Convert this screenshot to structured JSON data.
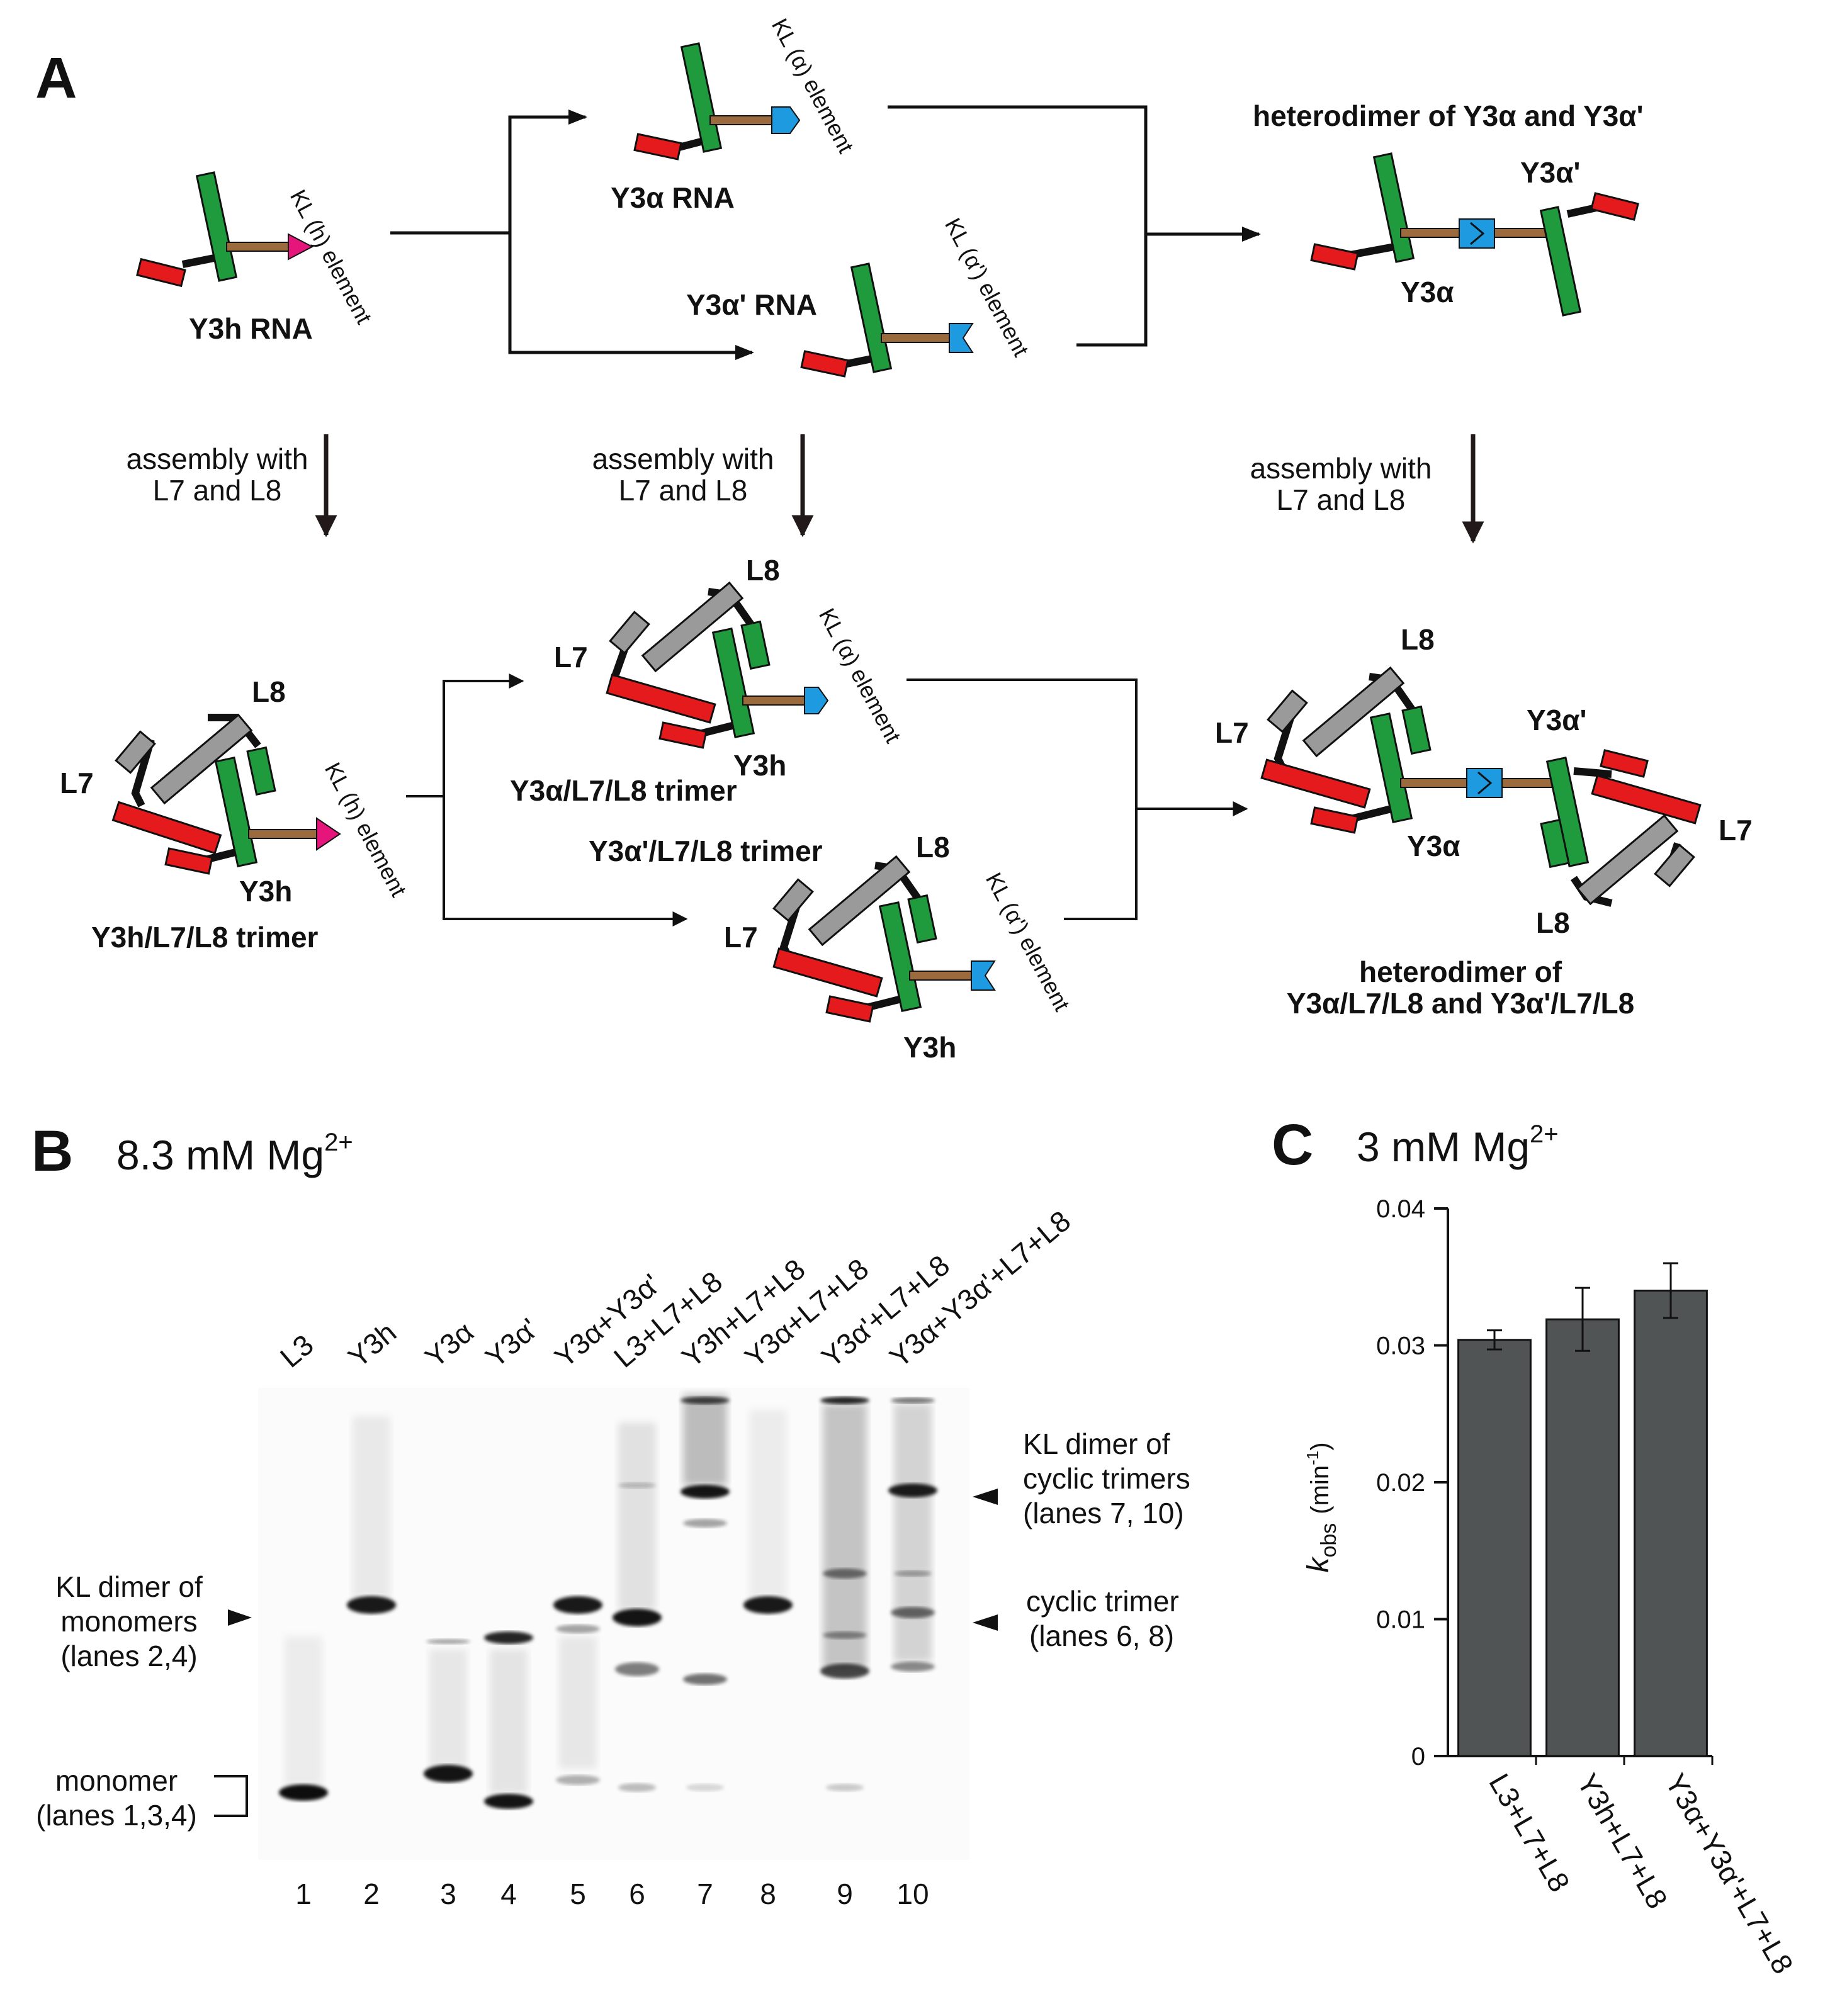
{
  "panels": {
    "A": {
      "label": "A",
      "y3h_rna": "Y3h RNA",
      "y3a_rna": "Y3α RNA",
      "y3ap_rna": "Y3α' RNA",
      "kl_h": "KL (h) element",
      "kl_a": "KL (α) element",
      "kl_ap": "KL (α') element",
      "hetero_title": "heterodimer of Y3α and Y3α'",
      "y3a": "Y3α",
      "y3ap": "Y3α'",
      "assembly_1": "assembly with",
      "assembly_2": "L7 and L8",
      "L7": "L7",
      "L8": "L8",
      "Y3h": "Y3h",
      "y3h_trimer": "Y3h/L7/L8 trimer",
      "y3a_trimer": "Y3α/L7/L8 trimer",
      "y3ap_trimer": "Y3α'/L7/L8 trimer",
      "hetero_trimer_1": "heterodimer of",
      "hetero_trimer_2": "Y3α/L7/L8 and Y3α'/L7/L8"
    },
    "B": {
      "label": "B",
      "condition": "8.3 mM Mg",
      "condition_sup": "2+",
      "lane_labels": [
        "L3",
        "Y3h",
        "Y3α",
        "Y3α'",
        "Y3α+Y3α'",
        "L3+L7+L8",
        "Y3h+L7+L8",
        "Y3α+L7+L8",
        "Y3α'+L7+L8",
        "Y3α+Y3α'+L7+L8"
      ],
      "lane_numbers": [
        "1",
        "2",
        "3",
        "4",
        "5",
        "6",
        "7",
        "8",
        "9",
        "10"
      ],
      "left_annot_1": [
        "KL dimer of",
        "monomers",
        "(lanes 2,4)"
      ],
      "left_annot_2": [
        "monomer",
        "(lanes 1,3,4)"
      ],
      "right_annot_1": [
        "KL dimer of",
        "cyclic trimers",
        "(lanes 7, 10)"
      ],
      "right_annot_2": [
        "cyclic trimer",
        "(lanes 6, 8)"
      ]
    },
    "C": {
      "label": "C",
      "condition": "3 mM Mg",
      "condition_sup": "2+"
    }
  },
  "chart_data": {
    "type": "bar",
    "categories": [
      "L3+L7+L8",
      "Y3h+L7+L8",
      "Y3α+Y3α'+L7+L8"
    ],
    "values": [
      0.0304,
      0.0319,
      0.034
    ],
    "errors": [
      0.0007,
      0.0023,
      0.002
    ],
    "ylim": [
      0,
      0.04
    ],
    "yticks": [
      "0",
      "0.01",
      "0.02",
      "0.03",
      "0.04"
    ],
    "ylabel_main": "k",
    "ylabel_sub": "obs",
    "ylabel_unit": "(min",
    "ylabel_unit_sup": "-1",
    "ylabel_unit_close": ")",
    "bar_color": "#505454"
  }
}
